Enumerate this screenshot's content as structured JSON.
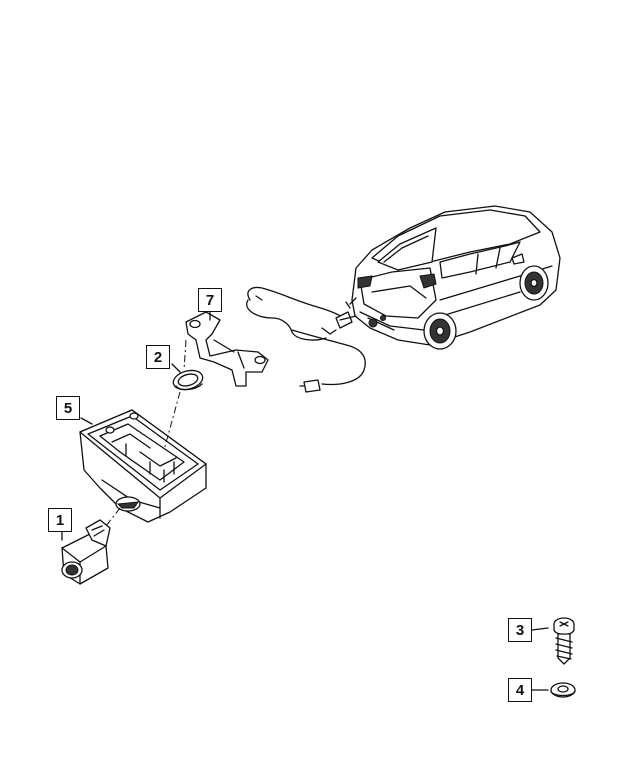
{
  "callouts": {
    "c1": "1",
    "c2": "2",
    "c3": "3",
    "c4": "4",
    "c5": "5",
    "c7": "7"
  }
}
